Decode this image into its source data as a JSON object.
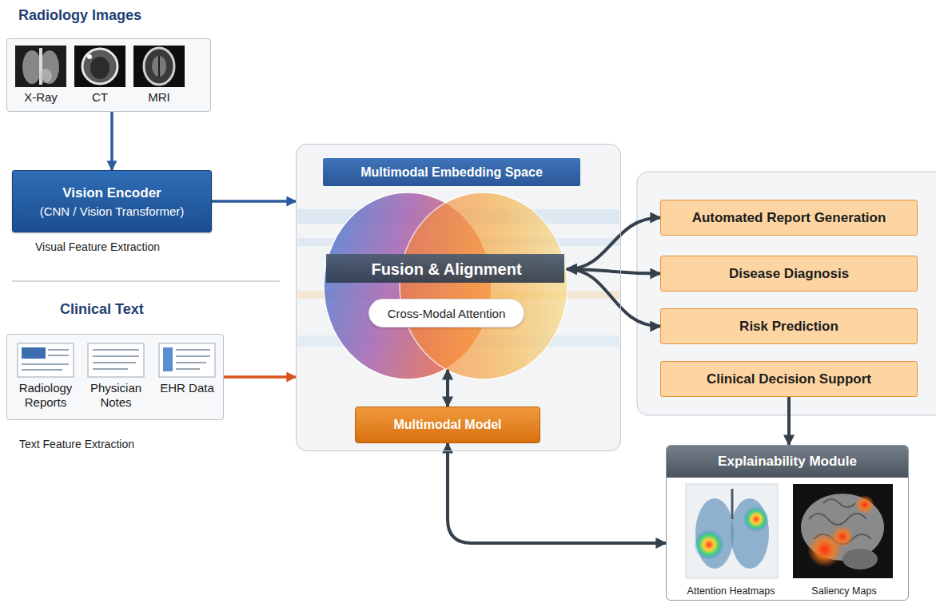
{
  "diagram": {
    "nodes": [
      {
        "text": [
          "Radiology Images"
        ]
      },
      {
        "text": [
          "X-Ray"
        ],
        "in": 0
      },
      {
        "text": [
          "CT"
        ],
        "in": 0
      },
      {
        "text": [
          "MRI"
        ],
        "in": 0
      },
      {
        "text": [
          "Vision Encoder",
          "(CNN / Vision Transformer)"
        ]
      },
      {
        "text": [
          "Clinical Text"
        ]
      },
      {
        "text": [
          "Radiology Reports"
        ],
        "in": 5
      },
      {
        "text": [
          "Physician Notes"
        ],
        "in": 5
      },
      {
        "text": [
          "EHR Data"
        ],
        "in": 5
      },
      {
        "text": [
          "Multimodal Embedding Space"
        ]
      },
      {
        "text": [
          "Fusion & Alignment"
        ],
        "in": 9
      },
      {
        "text": [
          "Cross-Modal Attention"
        ],
        "in": 10
      },
      {
        "text": [
          "Multimodal Model"
        ],
        "in": 9
      },
      {
        "text": [
          "Automated Report Generation"
        ]
      },
      {
        "text": [
          "Disease Diagnosis"
        ]
      },
      {
        "text": [
          "Risk Prediction"
        ]
      },
      {
        "text": [
          "Clinical Decision Support"
        ]
      },
      {
        "text": [
          "Explainability Module"
        ]
      },
      {
        "text": [
          "Attention Heatmaps"
        ],
        "in": 17
      },
      {
        "text": [
          "Saliency Maps"
        ],
        "in": 17
      }
    ],
    "edges": [
      {
        "from": 0,
        "to": 4,
        "arrow": "to"
      },
      {
        "from": 4,
        "to": 9,
        "arrow": "to"
      },
      {
        "from": 5,
        "to": 9,
        "arrow": "to"
      },
      {
        "from": 10,
        "to": 13,
        "arrow": "both"
      },
      {
        "from": 10,
        "to": 14,
        "arrow": "both"
      },
      {
        "from": 10,
        "to": 15,
        "arrow": "both"
      },
      {
        "from": 10,
        "to": 12,
        "arrow": "both"
      },
      {
        "from": 16,
        "to": 17,
        "arrow": "to"
      },
      {
        "from": 12,
        "to": 17,
        "arrow": "both"
      }
    ],
    "labels": [
      "Visual Feature Extraction",
      "Text Feature Extraction"
    ]
  }
}
